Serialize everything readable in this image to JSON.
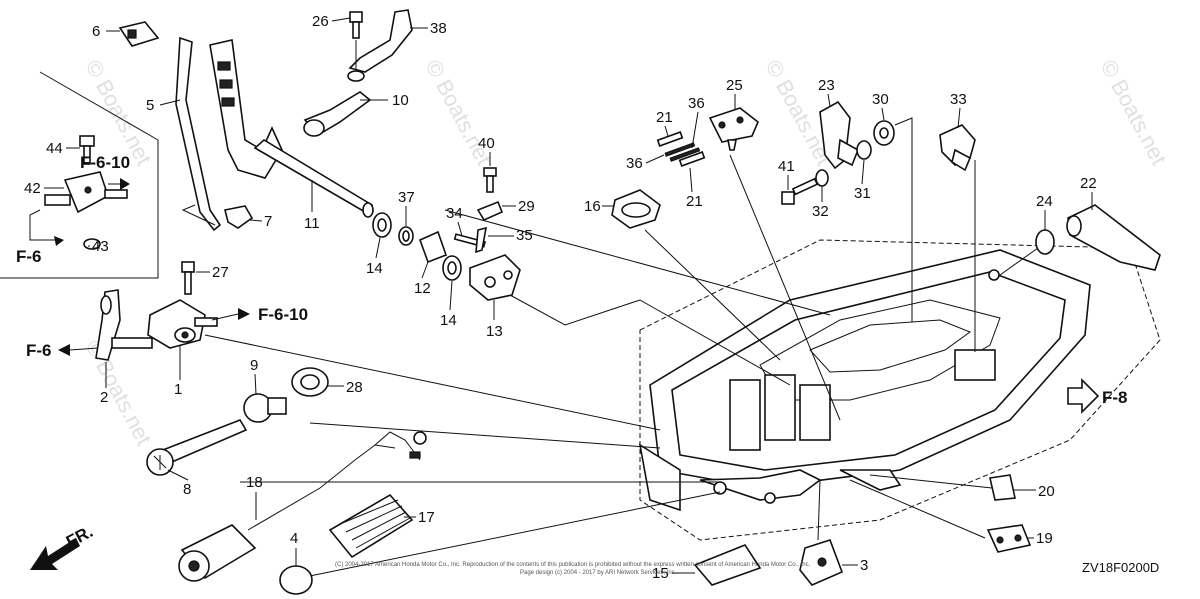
{
  "diagram_code": "ZV18F0200D",
  "direction_label": "FR.",
  "watermarks": [
    "© Boats.net",
    "© Boats.net",
    "© Boats.net",
    "© Boats.net",
    "© Boats.net"
  ],
  "refs": {
    "f610_top": "F-6-10",
    "f6_left": "F-6",
    "f610_mid": "F-6-10",
    "f6_mid": "F-6",
    "f8": "F-8"
  },
  "callouts": [
    "1",
    "2",
    "3",
    "4",
    "5",
    "6",
    "7",
    "8",
    "9",
    "10",
    "11",
    "12",
    "13",
    "14",
    "14",
    "15",
    "16",
    "17",
    "18",
    "19",
    "20",
    "21",
    "21",
    "22",
    "23",
    "24",
    "25",
    "26",
    "27",
    "28",
    "29",
    "30",
    "31",
    "32",
    "33",
    "34",
    "35",
    "36",
    "36",
    "37",
    "38",
    "40",
    "41",
    "42",
    "43",
    "44"
  ],
  "footer_text": "(C) 2004-2017 American Honda Motor Co., Inc. Reproduction of the contents of this publication is prohibited without the express written consent of American Honda Motor Co., Inc.",
  "footer_text2": "Page design (c) 2004 - 2017 by ARI Network Services, Inc."
}
